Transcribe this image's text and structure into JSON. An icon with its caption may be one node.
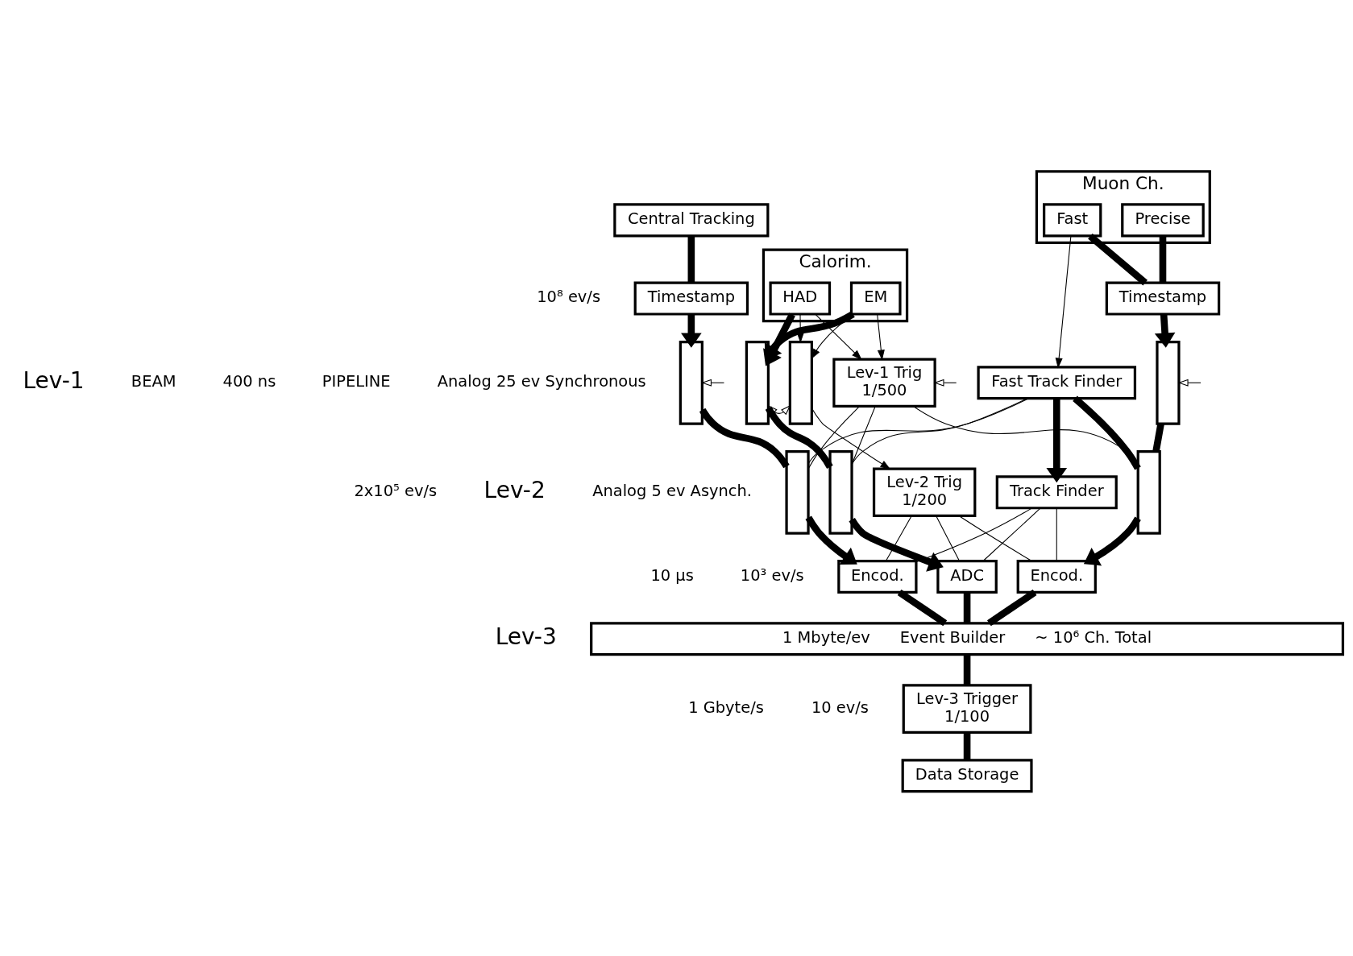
{
  "diagram": {
    "nodes": [
      {
        "text": [
          "Central Tracking"
        ]
      },
      {
        "text": [
          "Timestamp"
        ]
      },
      {
        "text": [
          "Calorim."
        ]
      },
      {
        "text": [
          "EM"
        ],
        "in": 2
      },
      {
        "text": [
          "HAD"
        ],
        "in": 2
      },
      {
        "text": [
          "Muon Ch."
        ]
      },
      {
        "text": [
          "Fast"
        ],
        "in": 5
      },
      {
        "text": [
          "Precise"
        ],
        "in": 5
      },
      {
        "text": [
          "Timestamp"
        ]
      },
      {
        "text": [],
        "shape": "box"
      },
      {
        "text": [],
        "shape": "box"
      },
      {
        "text": [],
        "shape": "box"
      },
      {
        "text": [],
        "shape": "box"
      },
      {
        "text": [],
        "shape": "box"
      },
      {
        "text": [
          "Lev-1 Trig",
          "1/500"
        ]
      },
      {
        "text": [
          "Fast Track Finder"
        ]
      },
      {
        "text": [],
        "shape": "box"
      },
      {
        "text": [],
        "shape": "box"
      },
      {
        "text": [
          "Lev-2 Trig",
          "1/200"
        ]
      },
      {
        "text": [
          "Track Finder"
        ]
      },
      {
        "text": [
          "Encod."
        ]
      },
      {
        "text": [
          "ADC"
        ]
      },
      {
        "text": [
          "Encod."
        ]
      },
      {
        "text": [
          "1 Mbyte/ev",
          "Event Builder",
          "~ 10⁶ Ch. Total"
        ]
      },
      {
        "text": [
          "Lev-3 Trigger",
          "1/100"
        ]
      },
      {
        "text": [
          "Data Storage"
        ]
      }
    ],
    "edges": [
      {
        "from": 0,
        "to": 1,
        "arrow": "none",
        "style": "thick"
      },
      {
        "from": 1,
        "to": 9,
        "arrow": "to",
        "style": "thick"
      },
      {
        "from": 9,
        "to": 10,
        "arrow": "none",
        "style": "thick"
      },
      {
        "from": 10,
        "to": 20,
        "arrow": "to",
        "style": "thick"
      },
      {
        "from": 3,
        "to": 11,
        "arrow": "to",
        "style": "thick"
      },
      {
        "from": 4,
        "to": 11,
        "arrow": "to",
        "style": "thick"
      },
      {
        "from": 3,
        "to": 13,
        "arrow": "to"
      },
      {
        "from": 4,
        "to": 13,
        "arrow": "to"
      },
      {
        "from": 3,
        "to": 14,
        "arrow": "to"
      },
      {
        "from": 4,
        "to": 14,
        "arrow": "to"
      },
      {
        "from": 11,
        "to": 13,
        "arrow": "both"
      },
      {
        "from": 11,
        "to": 12,
        "arrow": "none",
        "style": "thick"
      },
      {
        "from": 12,
        "to": 21,
        "arrow": "to",
        "style": "thick"
      },
      {
        "from": 13,
        "to": 18,
        "arrow": "to"
      },
      {
        "from": 6,
        "to": 15,
        "arrow": "to"
      },
      {
        "from": 6,
        "to": 8,
        "arrow": "none",
        "style": "thick"
      },
      {
        "from": 7,
        "to": 8,
        "arrow": "none",
        "style": "thick"
      },
      {
        "from": 8,
        "to": 16,
        "arrow": "to",
        "style": "thick"
      },
      {
        "from": 16,
        "to": 17,
        "arrow": "none",
        "style": "thick"
      },
      {
        "from": 17,
        "to": 22,
        "arrow": "to",
        "style": "thick"
      },
      {
        "from": null,
        "to": 9,
        "arrow": "to"
      },
      {
        "from": null,
        "to": 14,
        "arrow": "to"
      },
      {
        "from": null,
        "to": 16,
        "arrow": "to"
      },
      {
        "from": 14,
        "to": 10,
        "arrow": "none"
      },
      {
        "from": 14,
        "to": 12,
        "arrow": "none"
      },
      {
        "from": 14,
        "to": 17,
        "arrow": "none"
      },
      {
        "from": 15,
        "to": 10,
        "arrow": "none"
      },
      {
        "from": 15,
        "to": 12,
        "arrow": "none"
      },
      {
        "from": 15,
        "to": 19,
        "arrow": "to",
        "style": "thick"
      },
      {
        "from": 15,
        "to": 17,
        "arrow": "none",
        "style": "thick"
      },
      {
        "from": 18,
        "to": 20,
        "arrow": "none"
      },
      {
        "from": 18,
        "to": 21,
        "arrow": "none"
      },
      {
        "from": 18,
        "to": 22,
        "arrow": "none"
      },
      {
        "from": 19,
        "to": 20,
        "arrow": "none"
      },
      {
        "from": 19,
        "to": 21,
        "arrow": "none"
      },
      {
        "from": 19,
        "to": 22,
        "arrow": "none"
      },
      {
        "from": 20,
        "to": 23,
        "arrow": "none",
        "style": "thick"
      },
      {
        "from": 21,
        "to": 23,
        "arrow": "none",
        "style": "thick"
      },
      {
        "from": 22,
        "to": 23,
        "arrow": "none",
        "style": "thick"
      },
      {
        "from": 23,
        "to": 24,
        "arrow": "none",
        "style": "thick"
      },
      {
        "from": 24,
        "to": 25,
        "arrow": "none",
        "style": "thick"
      }
    ],
    "labels": [
      "10⁸ ev/s",
      "Lev-1",
      "BEAM",
      "400 ns",
      "PIPELINE",
      "Analog 25 ev Synchronous",
      "2x10⁵ ev/s",
      "Lev-2",
      "Analog 5 ev Asynch.",
      "10 µs",
      "10³ ev/s",
      "Lev-3",
      "1 Gbyte/s",
      "10 ev/s"
    ]
  }
}
